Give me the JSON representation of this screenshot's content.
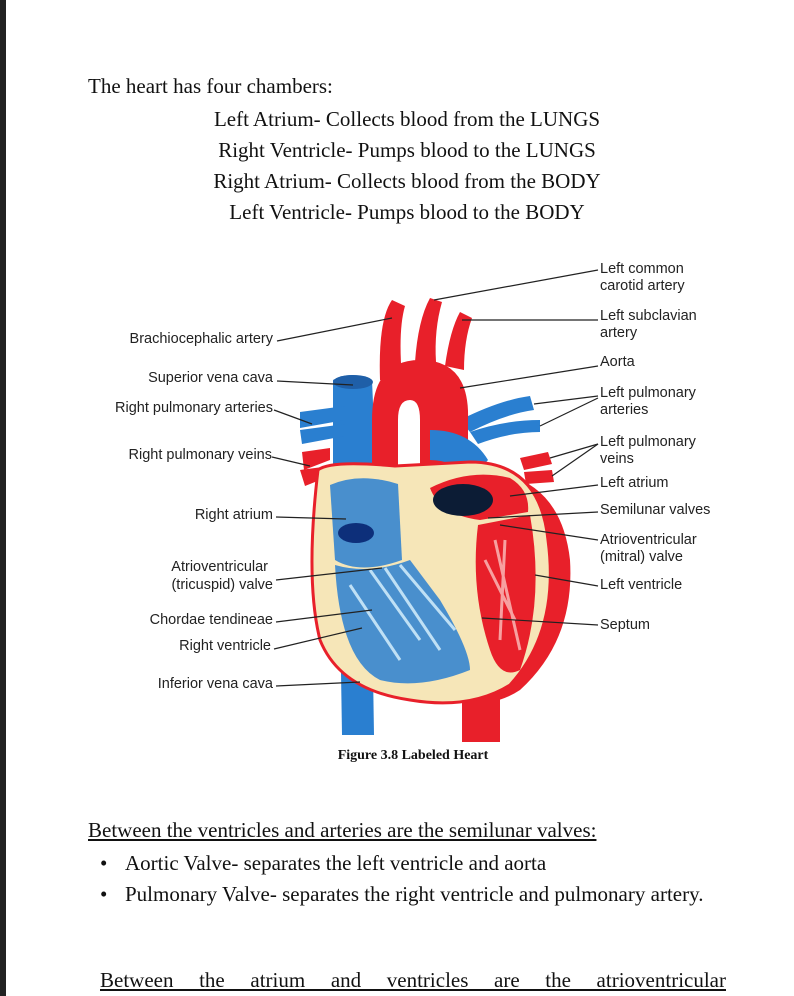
{
  "intro": "The heart has four chambers:",
  "chambers": [
    "Left Atrium- Collects blood from the LUNGS",
    "Right Ventricle- Pumps blood to the LUNGS",
    "Right Atrium- Collects blood from the BODY",
    "Left Ventricle- Pumps blood to the BODY"
  ],
  "diagram": {
    "labels_left": {
      "brachiocephalic": "Brachiocephalic artery",
      "superior_vena_cava": "Superior vena cava",
      "right_pulmonary_arteries": "Right pulmonary arteries",
      "right_pulmonary_veins": "Right pulmonary veins",
      "right_atrium": "Right atrium",
      "av_tricuspid_1": "Atrioventricular",
      "av_tricuspid_2": "(tricuspid) valve",
      "chordae": "Chordae tendineae",
      "right_ventricle": "Right ventricle",
      "inferior_vena_cava": "Inferior vena cava"
    },
    "labels_right": {
      "left_common_carotid_1": "Left common",
      "left_common_carotid_2": "carotid artery",
      "left_subclavian_1": "Left subclavian",
      "left_subclavian_2": "artery",
      "aorta": "Aorta",
      "left_pulmonary_arteries_1": "Left pulmonary",
      "left_pulmonary_arteries_2": "arteries",
      "left_pulmonary_veins_1": "Left pulmonary",
      "left_pulmonary_veins_2": "veins",
      "left_atrium": "Left atrium",
      "semilunar": "Semilunar valves",
      "av_mitral_1": "Atrioventricular",
      "av_mitral_2": "(mitral) valve",
      "left_ventricle": "Left ventricle",
      "septum": "Septum"
    },
    "colors": {
      "oxygenated": "#e8202a",
      "deoxygenated": "#2a7fd0",
      "wall": "#f6e6b8"
    }
  },
  "caption": "Figure 3.8 Labeled Heart",
  "section1": {
    "heading": "Between the ventricles and arteries are the semilunar valves:",
    "items": [
      "Aortic Valve- separates the left ventricle and aorta",
      "Pulmonary Valve- separates the right ventricle and pulmonary artery."
    ]
  },
  "section2": {
    "heading": "Between the atrium and ventricles are the atrioventricular"
  }
}
